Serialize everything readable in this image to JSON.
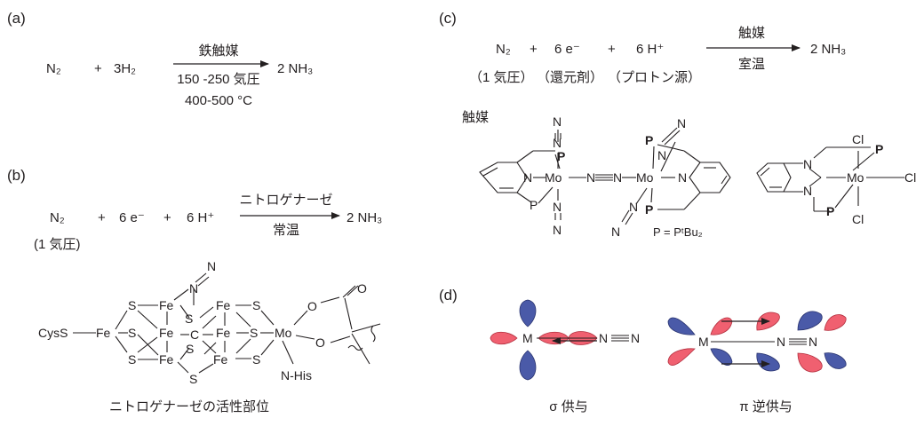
{
  "panel_a": {
    "label": "(a)",
    "reactant1": "N₂",
    "plus": "+",
    "reactant2": "3H₂",
    "arrow_above": "鉄触媒",
    "arrow_below1": "150 -250 気圧",
    "arrow_below2": "400-500 °C",
    "product": "2 NH₃"
  },
  "panel_b": {
    "label": "(b)",
    "reactant1": "N₂",
    "reactant1_note": "(1 気圧)",
    "plus1": "+",
    "reactant2": "6 e⁻",
    "plus2": "+",
    "reactant3": "6 H⁺",
    "arrow_above": "ニトロゲナーゼ",
    "arrow_below": "常温",
    "product": "2 NH₃",
    "caption": "ニトロゲナーゼの活性部位",
    "atoms": {
      "cys": "CysS",
      "fe": "Fe",
      "s": "S",
      "c": "C",
      "mo": "Mo",
      "o": "O",
      "n": "N",
      "his": "N-His"
    }
  },
  "panel_c": {
    "label": "(c)",
    "reactant1": "N₂",
    "reactant1_note": "（1 気圧）",
    "plus1": "+",
    "reactant2": "6 e⁻",
    "reactant2_note": "（還元剤）",
    "plus2": "+",
    "reactant3": "6 H⁺",
    "reactant3_note": "（プロトン源）",
    "arrow_above": "触媒",
    "arrow_below": "室温",
    "product": "2 NH₃",
    "catalyst_label": "触媒",
    "p_definition": "P = PᵗBu₂",
    "atoms": {
      "mo": "Mo",
      "n": "N",
      "p": "P",
      "cl": "Cl"
    }
  },
  "panel_d": {
    "label": "(d)",
    "metal": "M",
    "n": "N",
    "sigma_caption": "σ 供与",
    "pi_caption": "π 逆供与"
  }
}
